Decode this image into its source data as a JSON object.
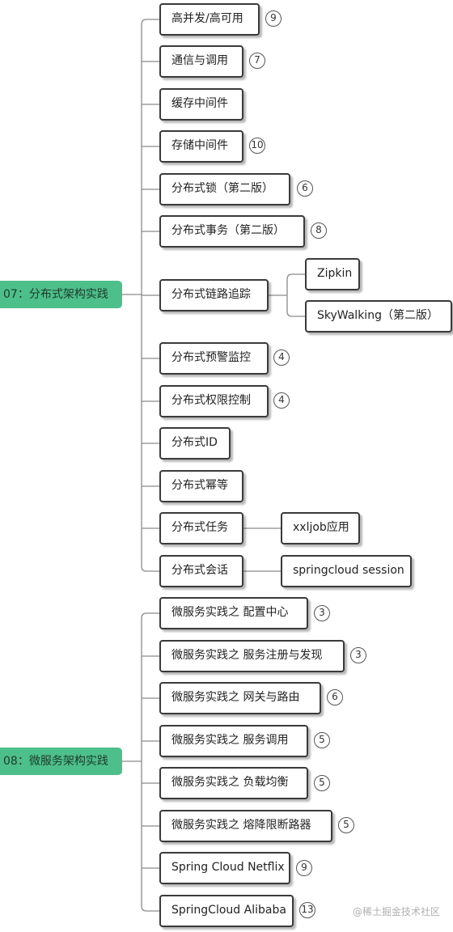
{
  "sections": [
    {
      "root": "07：分布式架构实践",
      "items": [
        {
          "label": "高并发/高可用",
          "badge": "9"
        },
        {
          "label": "通信与调用",
          "badge": "7"
        },
        {
          "label": "缓存中间件"
        },
        {
          "label": "存储中间件",
          "badge": "10"
        },
        {
          "label": "分布式锁（第二版）",
          "badge": "6"
        },
        {
          "label": "分布式事务（第二版）",
          "badge": "8"
        },
        {
          "label": "分布式链路追踪",
          "children": [
            "Zipkin",
            "SkyWalking（第二版）"
          ]
        },
        {
          "label": "分布式预警监控",
          "badge": "4"
        },
        {
          "label": "分布式权限控制",
          "badge": "4"
        },
        {
          "label": "分布式ID"
        },
        {
          "label": "分布式幂等"
        },
        {
          "label": "分布式任务",
          "children": [
            "xxljob应用"
          ]
        },
        {
          "label": "分布式会话",
          "children": [
            "springcloud session"
          ]
        }
      ]
    },
    {
      "root": "08：微服务架构实践",
      "items": [
        {
          "label": "微服务实践之 配置中心",
          "badge": "3"
        },
        {
          "label": "微服务实践之 服务注册与发现",
          "badge": "3"
        },
        {
          "label": "微服务实践之 网关与路由",
          "badge": "6"
        },
        {
          "label": "微服务实践之 服务调用",
          "badge": "5"
        },
        {
          "label": "微服务实践之 负载均衡",
          "badge": "5"
        },
        {
          "label": "微服务实践之 熔降限断路器",
          "badge": "5"
        },
        {
          "label": "Spring Cloud Netflix",
          "badge": "9"
        },
        {
          "label": "SpringCloud Alibaba",
          "badge": "13"
        }
      ]
    }
  ],
  "watermark": "@稀土掘金技术社区"
}
